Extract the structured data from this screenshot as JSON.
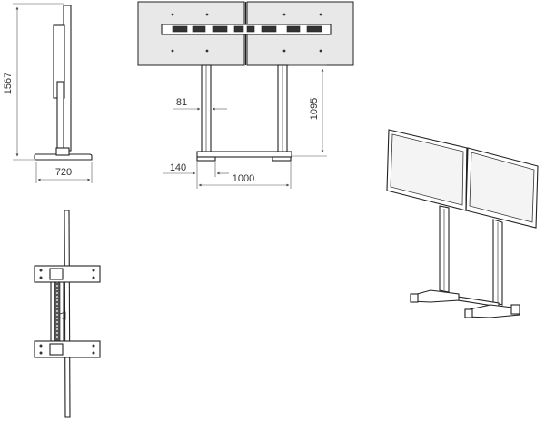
{
  "drawing": {
    "dimensions": {
      "side_height": "1567",
      "side_base_width": "720",
      "front_offset": "81",
      "front_clearance": "1095",
      "front_foot": "140",
      "front_spacing": "1000"
    },
    "colors": {
      "line": "#222222",
      "background": "#ffffff",
      "screen_fill": "#e8e8e8"
    }
  }
}
